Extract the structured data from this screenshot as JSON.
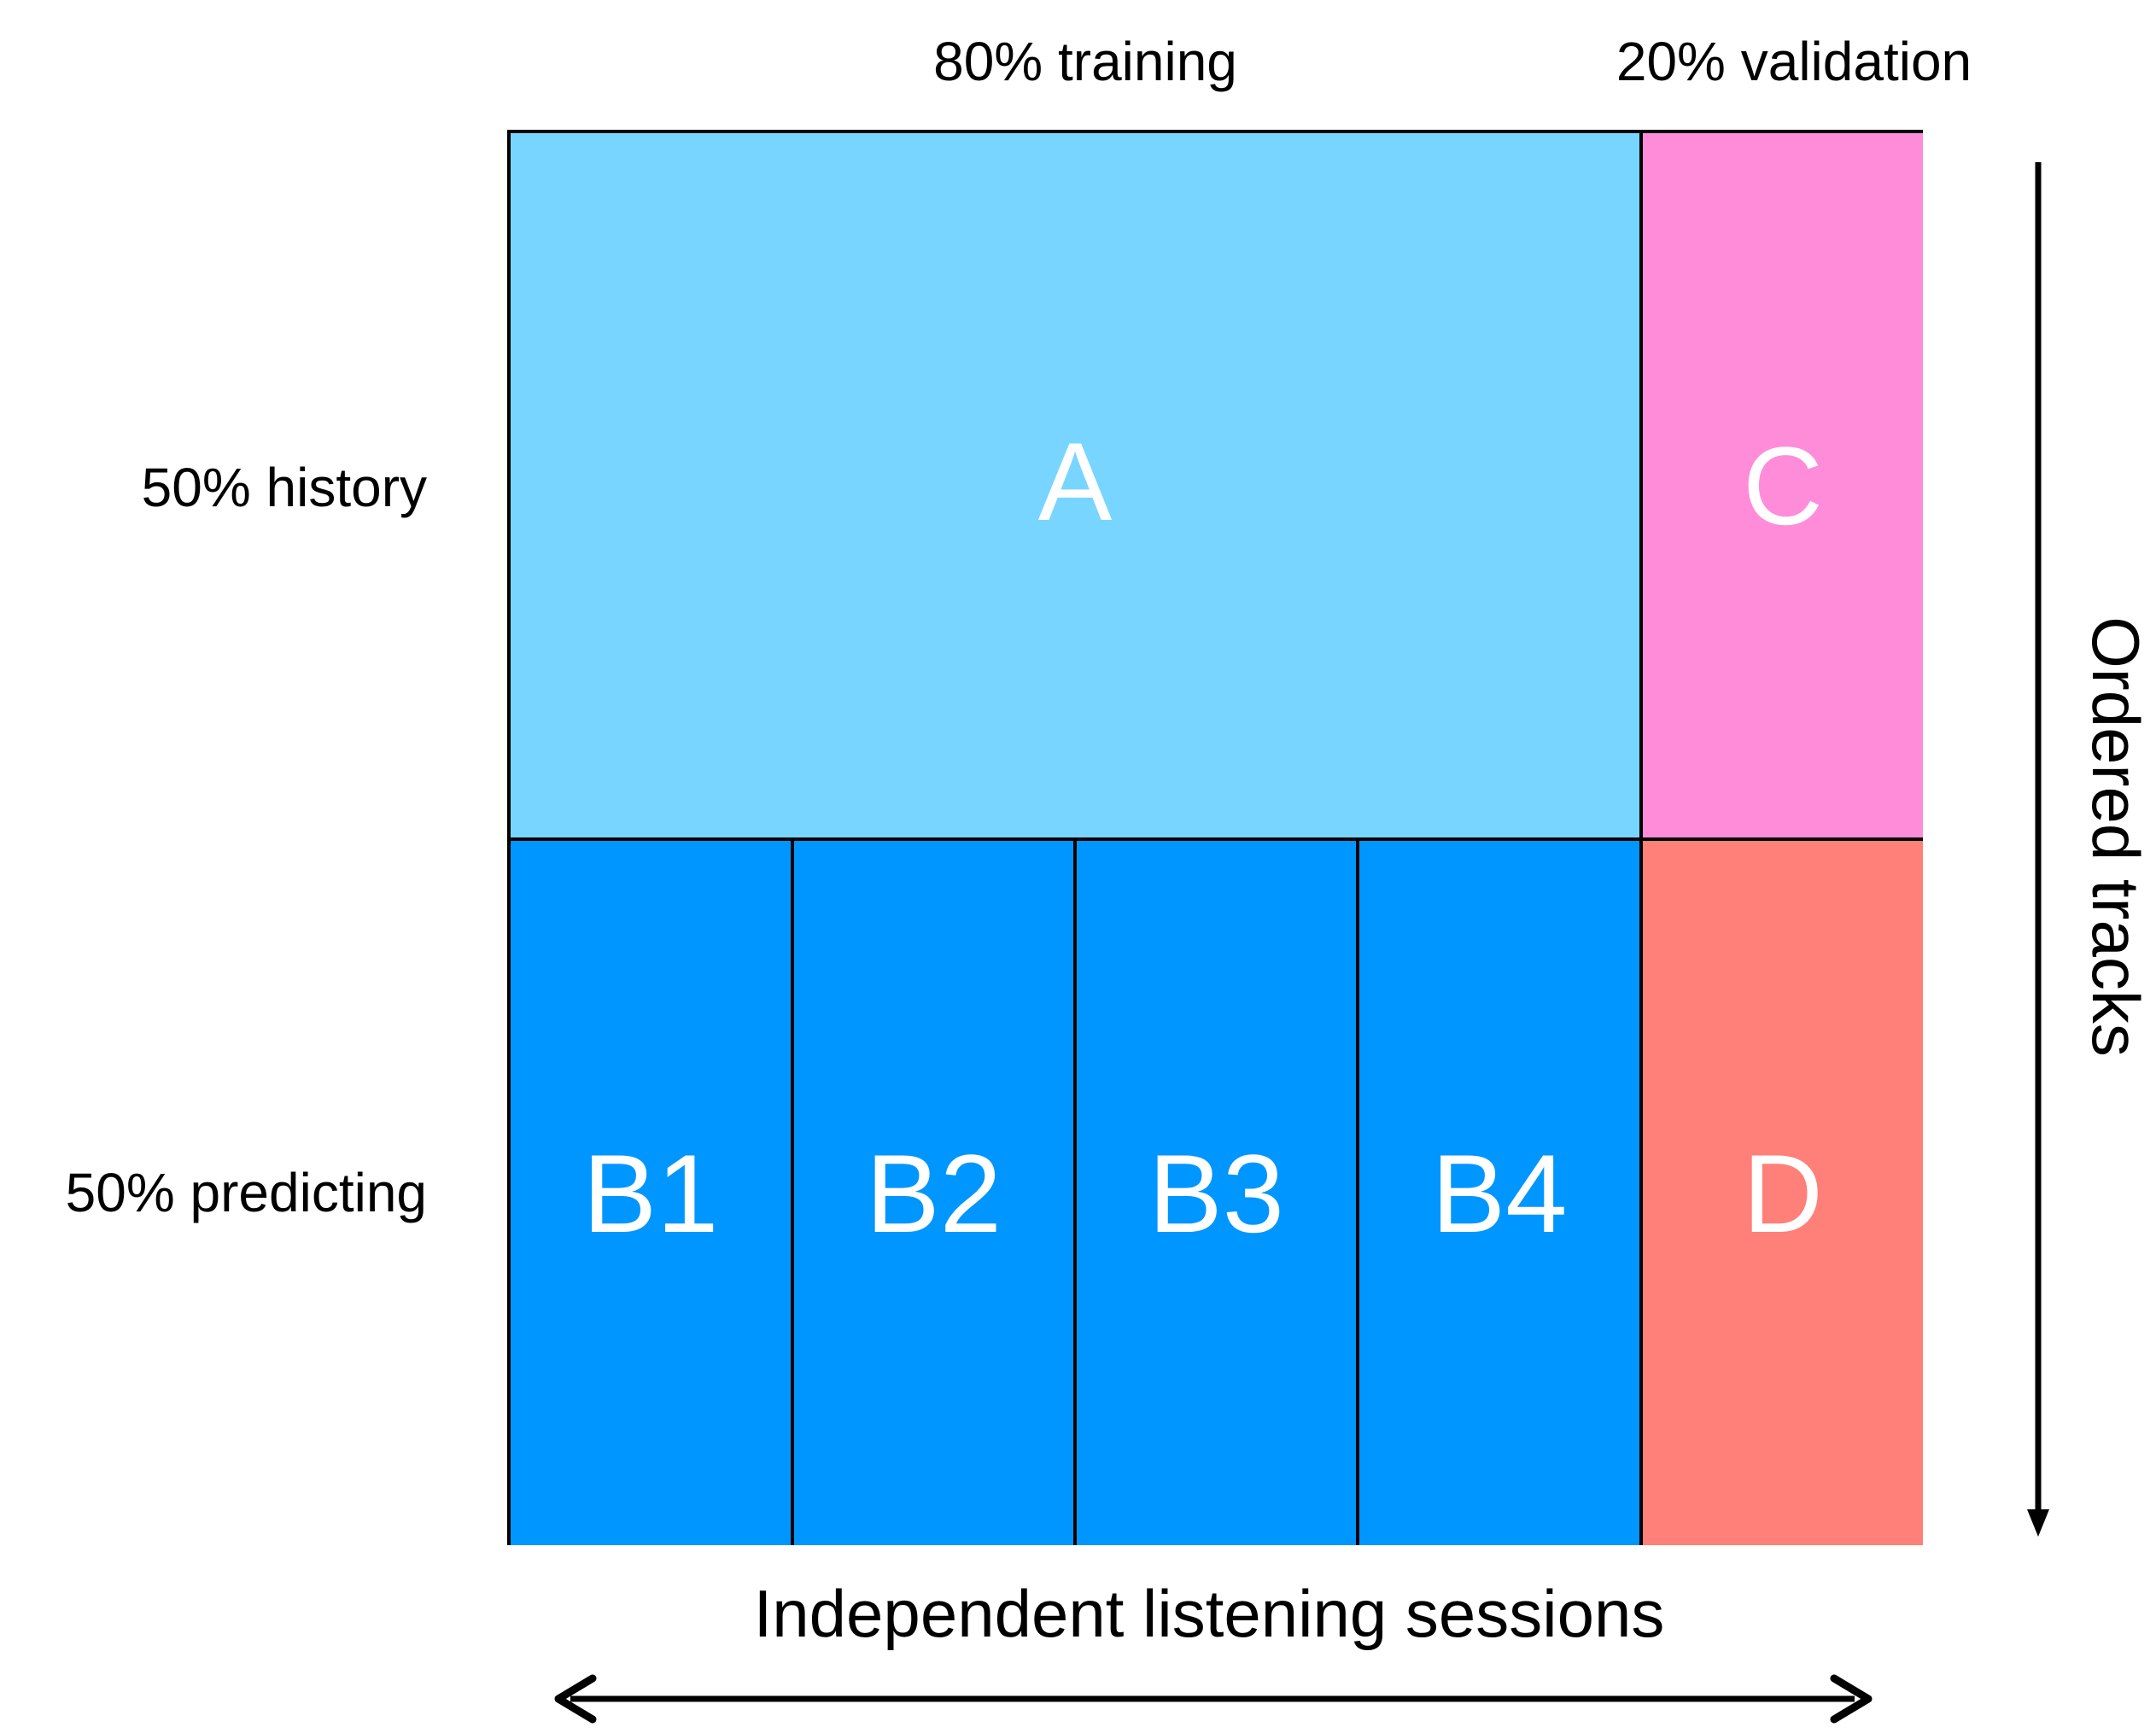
{
  "columns": {
    "training": "80% training",
    "validation": "20% validation"
  },
  "rows": {
    "history": "50% history",
    "predicting": "50% predicting"
  },
  "axes": {
    "x_label": "Independent listening sessions",
    "y_label": "Ordered tracks"
  },
  "blocks": {
    "a": {
      "label": "A",
      "color": "#78d5ff"
    },
    "c": {
      "label": "C",
      "color": "#ff8cd9"
    },
    "b1": {
      "label": "B1",
      "color": "#0096ff"
    },
    "b2": {
      "label": "B2",
      "color": "#0096ff"
    },
    "b3": {
      "label": "B3",
      "color": "#0096ff"
    },
    "b4": {
      "label": "B4",
      "color": "#0096ff"
    },
    "d": {
      "label": "D",
      "color": "#ff7f79"
    }
  },
  "colors": {
    "border": "#000000",
    "block_text": "#ffffff",
    "background": "#ffffff"
  }
}
